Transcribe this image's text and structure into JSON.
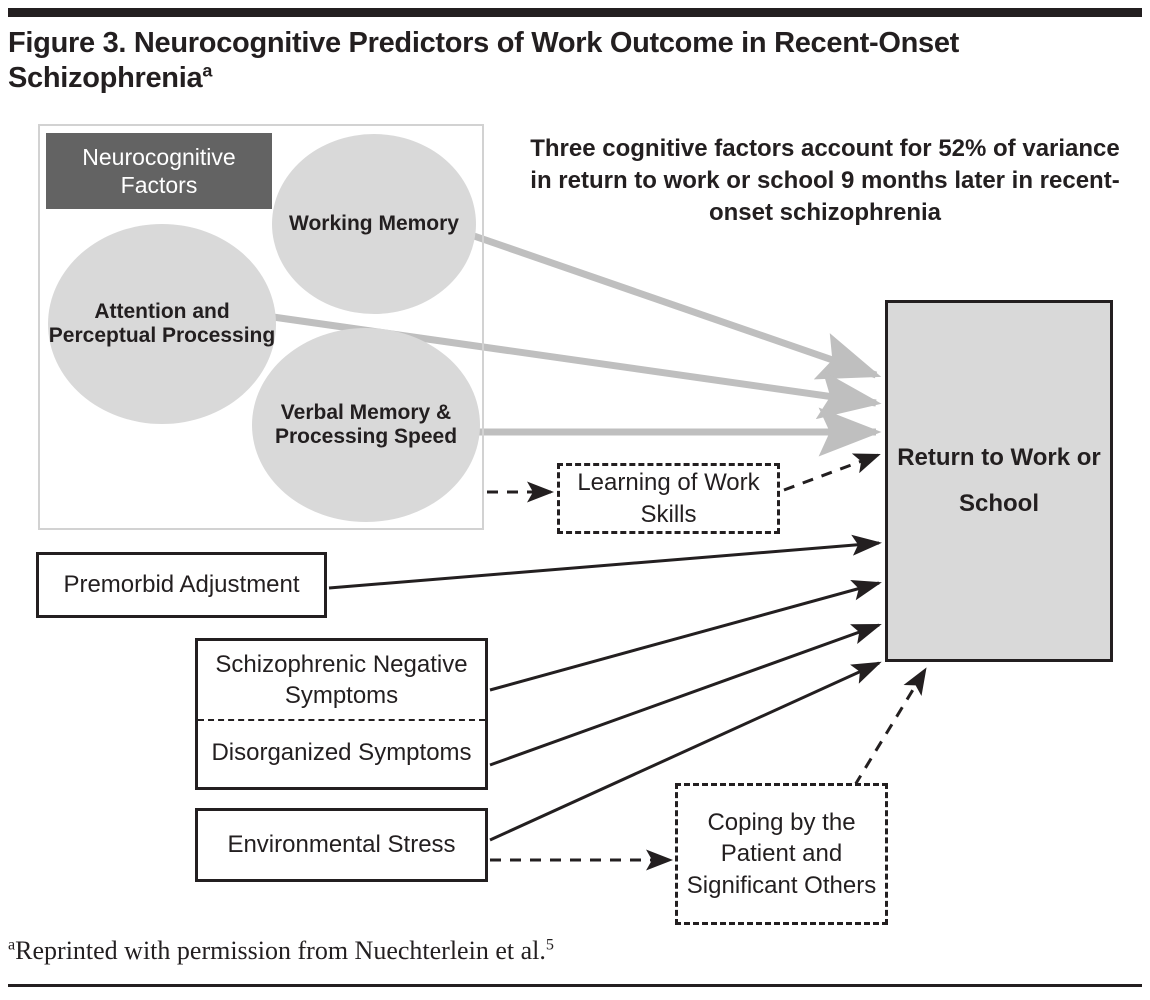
{
  "figure": {
    "title_main": "Figure 3. Neurocognitive Predictors of Work Outcome in Recent-Onset Schizophrenia",
    "title_marker": "a",
    "footnote_text": "Reprinted with permission from Nuechterlein et al.",
    "footnote_marker": "a",
    "footnote_ref": "5"
  },
  "neurocognitive": {
    "header_label": "Neurocognitive Factors",
    "factors": [
      {
        "id": "attention",
        "label": "Attention and Perceptual Processing"
      },
      {
        "id": "working-memory",
        "label": "Working Memory"
      },
      {
        "id": "verbal-memory",
        "label": "Verbal Memory & Processing Speed"
      }
    ]
  },
  "callout": {
    "variance_text": "Three cognitive factors account for 52% of variance in return to work or school 9 months later in recent-onset schizophrenia",
    "variance_percent": "52%",
    "followup_months": "9"
  },
  "outcome": {
    "label": "Return to Work or School"
  },
  "predictors": [
    {
      "id": "premorbid",
      "label": "Premorbid Adjustment",
      "style": "solid"
    },
    {
      "id": "negative-symptoms",
      "label": "Schizophrenic Negative Symptoms",
      "style": "solid"
    },
    {
      "id": "disorganized-symptoms",
      "label": "Disorganized Symptoms",
      "style": "solid"
    },
    {
      "id": "environmental-stress",
      "label": "Environmental Stress",
      "style": "solid"
    }
  ],
  "mediators": [
    {
      "id": "learning-work-skills",
      "label": "Learning of Work Skills",
      "style": "dashed"
    },
    {
      "id": "coping",
      "label": "Coping by the Patient and Significant Others",
      "style": "dashed"
    }
  ],
  "colors": {
    "ink": "#231f20",
    "circle_fill": "#d9d9d9",
    "header_fill": "#636363",
    "outcome_fill": "#d9d9d9",
    "gray_arrow": "#bfbfbf",
    "container_border": "#d2d2d2"
  }
}
